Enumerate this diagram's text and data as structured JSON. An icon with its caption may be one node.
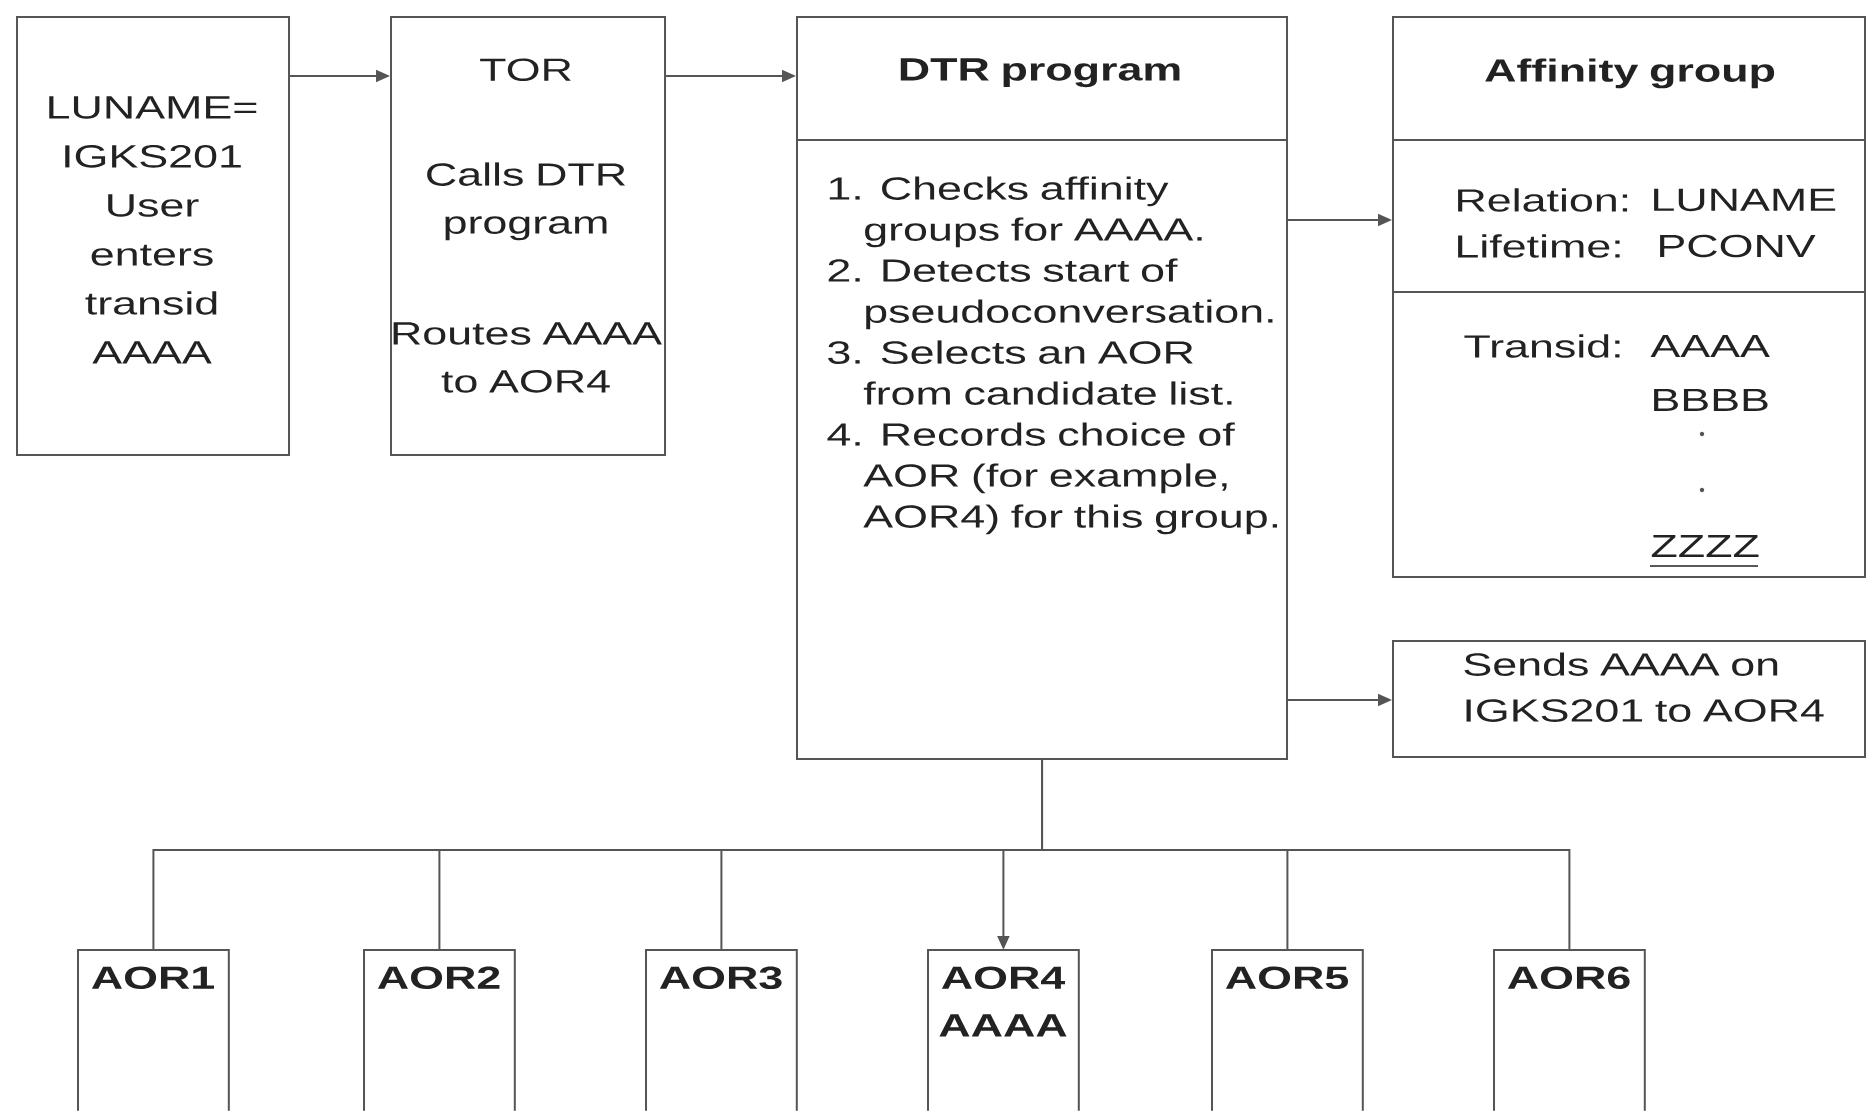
{
  "diagram": {
    "nodes": [
      {
        "text": [
          "LUNAME= IGKS201 User enters transid AAAA"
        ]
      },
      {
        "text": [
          "TOR",
          "Calls DTR program",
          "Routes AAAA to AOR4"
        ]
      },
      {
        "text": [
          "DTR program",
          "1. Checks affinity groups for AAAA.",
          "2. Detects start of pseudoconversation.",
          "3. Selects an AOR from candidate list.",
          "4. Records choice of AOR (for example, AOR4) for this group."
        ]
      },
      {
        "text": [
          "Affinity group",
          "Relation:",
          "LUNAME",
          "Lifetime:",
          "PCONV",
          "Transid:",
          "AAAA",
          "BBBB",
          "ZZZZ"
        ]
      },
      {
        "text": [
          "Sends AAAA on IGKS201 to AOR4"
        ]
      },
      {
        "text": [
          "AOR1"
        ]
      },
      {
        "text": [
          "AOR2"
        ]
      },
      {
        "text": [
          "AOR3"
        ]
      },
      {
        "text": [
          "AOR4",
          "AAAA"
        ]
      },
      {
        "text": [
          "AOR5"
        ]
      },
      {
        "text": [
          "AOR6"
        ]
      }
    ],
    "edges": [
      {
        "from": 0,
        "to": 1,
        "arrow": "to"
      },
      {
        "from": 1,
        "to": 2,
        "arrow": "to"
      },
      {
        "from": 2,
        "to": 3,
        "arrow": "to"
      },
      {
        "from": 2,
        "to": 4,
        "arrow": "to"
      },
      {
        "from": 2,
        "to": 5,
        "arrow": "none"
      },
      {
        "from": 2,
        "to": 6,
        "arrow": "none"
      },
      {
        "from": 2,
        "to": 7,
        "arrow": "none"
      },
      {
        "from": 2,
        "to": 8,
        "arrow": "to"
      },
      {
        "from": 2,
        "to": 9,
        "arrow": "none"
      },
      {
        "from": 2,
        "to": 10,
        "arrow": "none"
      }
    ]
  }
}
